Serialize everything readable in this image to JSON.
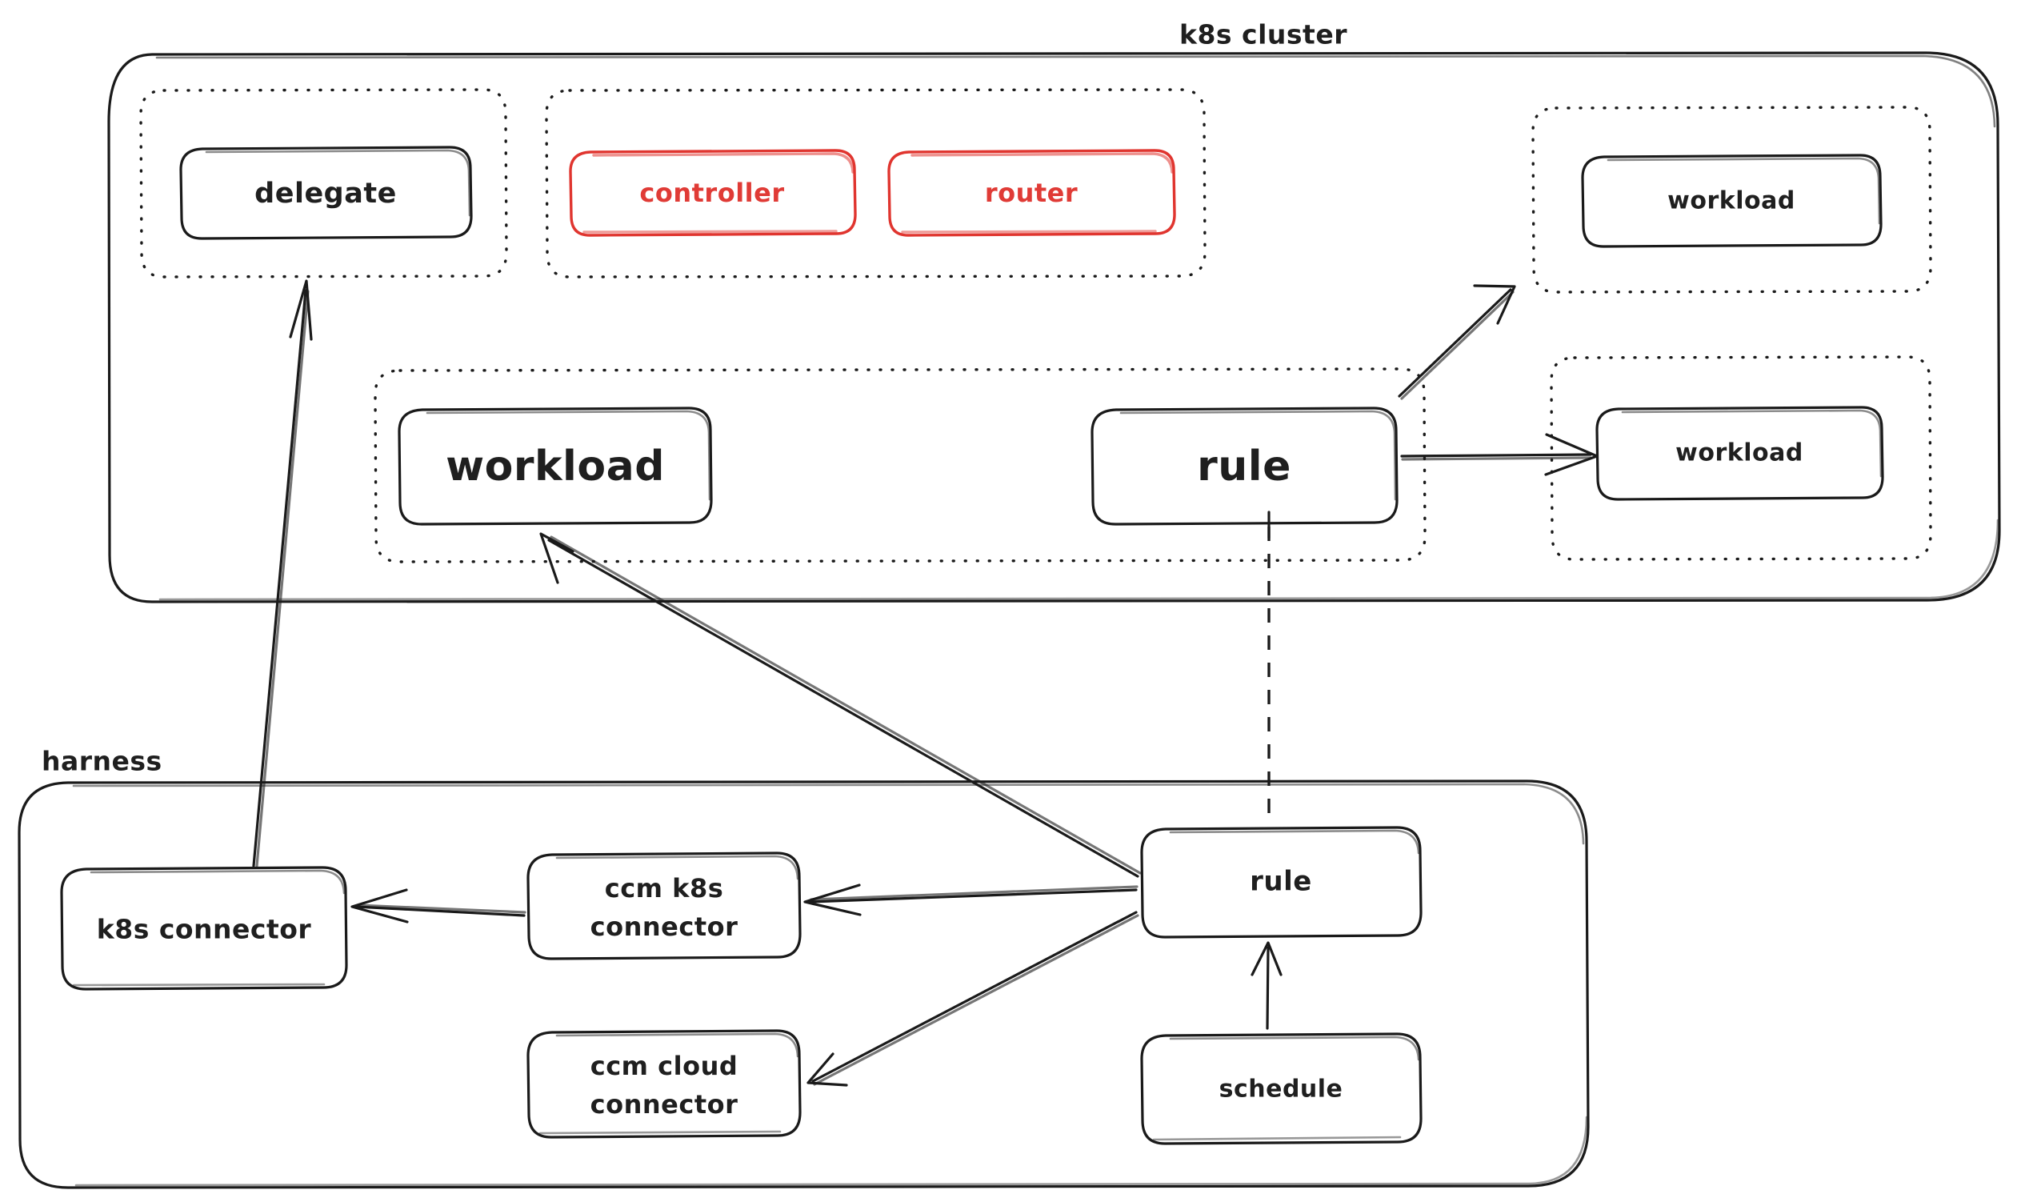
{
  "diagram": {
    "title_groups": [
      {
        "id": "k8s-cluster",
        "label": "k8s cluster"
      },
      {
        "id": "harness",
        "label": "harness"
      }
    ],
    "colors": {
      "stroke": "#1a1a1a",
      "accent_red": "#e0352f",
      "background": "#ffffff"
    },
    "nodes": [
      {
        "id": "delegate",
        "label": "delegate",
        "color": "black"
      },
      {
        "id": "controller",
        "label": "controller",
        "color": "red"
      },
      {
        "id": "router",
        "label": "router",
        "color": "red"
      },
      {
        "id": "workload-top-right",
        "label": "workload",
        "color": "black"
      },
      {
        "id": "workload-center",
        "label": "workload",
        "color": "black"
      },
      {
        "id": "rule-cluster",
        "label": "rule",
        "color": "black"
      },
      {
        "id": "workload-mid-right",
        "label": "workload",
        "color": "black"
      },
      {
        "id": "k8s-connector",
        "label": "k8s connector",
        "color": "black"
      },
      {
        "id": "ccm-k8s-connector",
        "label": "ccm k8s\nconnector",
        "line1": "ccm k8s",
        "line2": "connector",
        "color": "black"
      },
      {
        "id": "ccm-cloud-connector",
        "label": "ccm cloud\nconnector",
        "line1": "ccm cloud",
        "line2": "connector",
        "color": "black"
      },
      {
        "id": "rule-harness",
        "label": "rule",
        "color": "black"
      },
      {
        "id": "schedule",
        "label": "schedule",
        "color": "black"
      }
    ],
    "edges": [
      {
        "id": "k8s-connector-to-delegate",
        "from": "k8s-connector",
        "to": "delegate",
        "style": "solid-arrow"
      },
      {
        "id": "rule-harness-to-workload-center",
        "from": "rule-harness",
        "to": "workload-center",
        "style": "solid-arrow"
      },
      {
        "id": "rule-cluster-to-workload-top",
        "from": "rule-cluster",
        "to": "workload-top-right",
        "style": "solid-arrow"
      },
      {
        "id": "rule-cluster-to-workload-mid",
        "from": "rule-cluster",
        "to": "workload-mid-right",
        "style": "solid-arrow"
      },
      {
        "id": "rule-cluster-to-rule-harness",
        "from": "rule-cluster",
        "to": "rule-harness",
        "style": "dashed"
      },
      {
        "id": "ccm-k8s-to-k8s-connector",
        "from": "ccm-k8s-connector",
        "to": "k8s-connector",
        "style": "solid-arrow"
      },
      {
        "id": "rule-harness-to-ccm-k8s",
        "from": "rule-harness",
        "to": "ccm-k8s-connector",
        "style": "solid-arrow"
      },
      {
        "id": "rule-harness-to-ccm-cloud",
        "from": "rule-harness",
        "to": "ccm-cloud-connector",
        "style": "solid-arrow"
      },
      {
        "id": "schedule-to-rule-harness",
        "from": "schedule",
        "to": "rule-harness",
        "style": "solid-arrow"
      }
    ]
  }
}
